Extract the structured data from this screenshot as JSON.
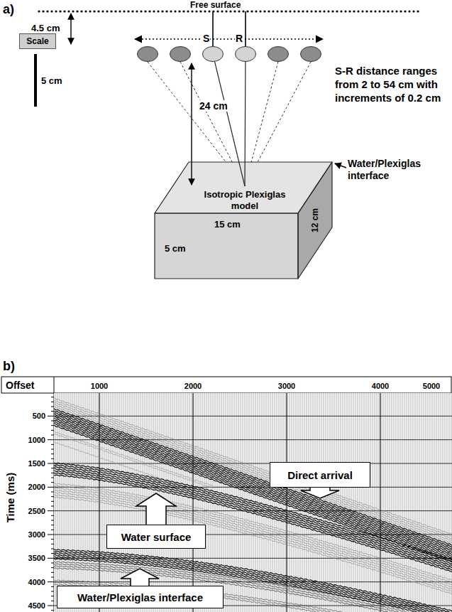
{
  "diagram": {
    "nodes": [
      {
        "text": [
          "Scale"
        ]
      },
      {
        "text": [
          "S"
        ]
      },
      {
        "text": [
          "R"
        ]
      },
      {
        "text": [
          "Isotropic Plexiglas model",
          "12 cm",
          "15 cm",
          "5 cm"
        ]
      },
      {
        "text": [
          "Direct arrival"
        ]
      },
      {
        "text": [
          "Water surface"
        ]
      },
      {
        "text": [
          "Water/Plexiglas interface"
        ]
      }
    ],
    "edges": [
      {
        "from": 1,
        "to": 3,
        "arrow": "none"
      },
      {
        "from": 2,
        "to": 3,
        "arrow": "none"
      }
    ],
    "labels": [
      "a)",
      "Free surface",
      "4.5 cm",
      "5 cm",
      "S-R distance ranges from 2 to 54 cm with increments of 0.2 cm",
      "24 cm",
      "Water/Plexiglas interface",
      "b)",
      "Offset",
      "1000",
      "2000",
      "3000",
      "4000",
      "5000",
      "Time (ms)",
      "500",
      "1000",
      "1500",
      "2000",
      "2500",
      "3000",
      "3500",
      "4000",
      "4500"
    ]
  }
}
